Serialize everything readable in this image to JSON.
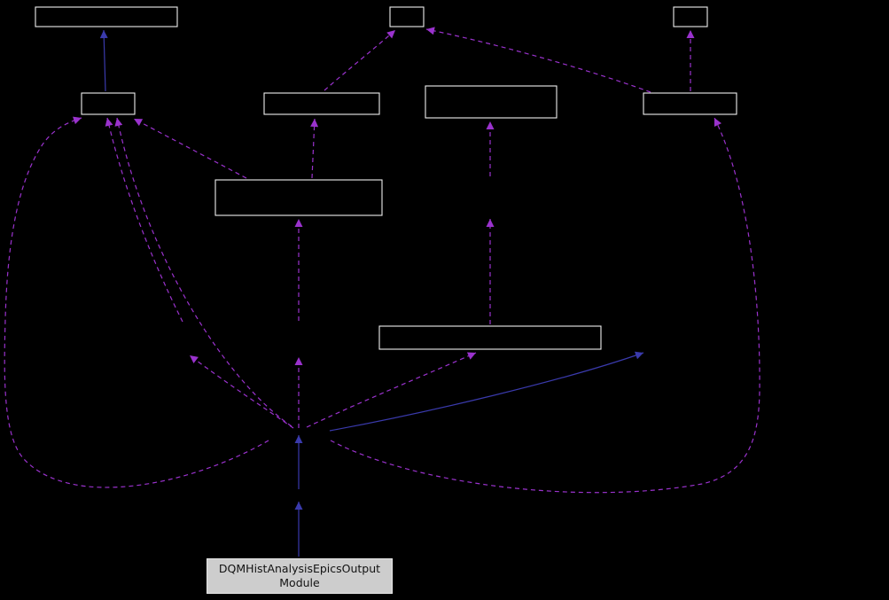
{
  "diagram": {
    "type": "doxygen-collaboration-graph",
    "background_color": "#000000",
    "unlabeled_node_count": 9,
    "current_node": {
      "label_line1": "DQMHistAnalysisEpicsOutput",
      "label_line2": "Module",
      "fill_color": "#cdcdcd",
      "text_color": "#121212"
    },
    "colors": {
      "node_border": "#eeeeee",
      "node_fill": "#000000",
      "inheritance_edge": "#3a3aac",
      "usage_edge": "#9a32cd"
    }
  }
}
